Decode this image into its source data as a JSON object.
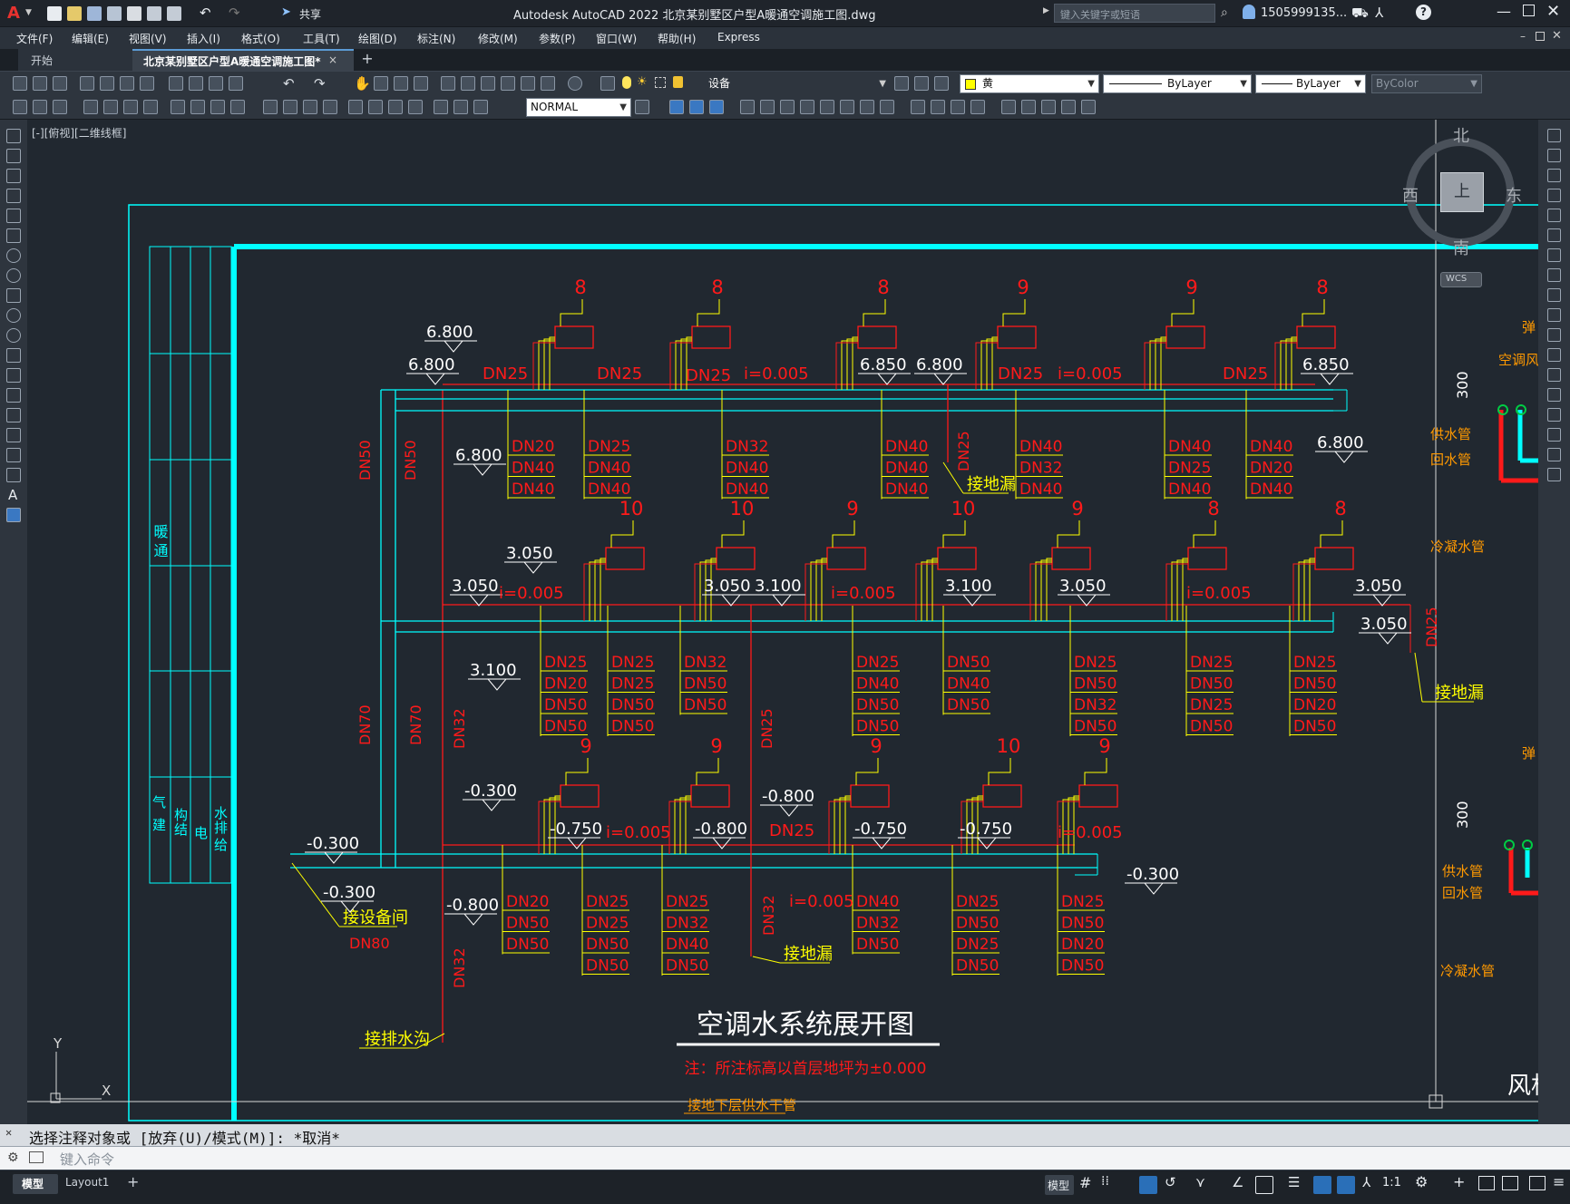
{
  "titlebar": {
    "app_letter": "A",
    "share_label": "共享",
    "title": "Autodesk AutoCAD 2022    北京某别墅区户型A暖通空调施工图.dwg",
    "search_placeholder": "键入关键字或短语",
    "user": "1505999135...",
    "help": "?"
  },
  "menu": [
    "文件(F)",
    "编辑(E)",
    "视图(V)",
    "插入(I)",
    "格式(O)",
    "工具(T)",
    "绘图(D)",
    "标注(N)",
    "修改(M)",
    "参数(P)",
    "窗口(W)",
    "帮助(H)",
    "Express"
  ],
  "tabs": {
    "start": "开始",
    "doc": "北京某别墅区户型A暖通空调施工图*",
    "close": "×",
    "add": "+"
  },
  "toolbar": {
    "layer": "设备",
    "color": "黄",
    "linetype": "ByLayer",
    "lineweight": "ByLayer",
    "plotstyle": "ByColor",
    "dimstyle": "NORMAL"
  },
  "viewport": {
    "label": "[-][俯视][二维线框]"
  },
  "viewcube": {
    "north": "北",
    "south": "南",
    "east": "东",
    "west": "西",
    "top": "上",
    "wcs": "WCS"
  },
  "ucs": {
    "x": "X",
    "y": "Y"
  },
  "drawing": {
    "title": "空调水系统展开图",
    "note": "注：所注标高以首层地坪为±0.000",
    "footer_label": "接地下层供水干管",
    "corner_text": "风机",
    "left_table_top": "暖  通",
    "left_table_bottom": [
      "建",
      "结",
      "电",
      "给",
      "气",
      "构",
      "排",
      "水"
    ],
    "row1": {
      "units": [
        "8",
        "8",
        "8",
        "9",
        "9",
        "8"
      ],
      "elevations": [
        "6.800",
        "6.800",
        "6.800",
        "6.850",
        "6.800",
        "6.850",
        "6.800"
      ],
      "pipes": [
        "DN25",
        "DN25",
        "DN25",
        "DN25",
        "DN25"
      ],
      "slopes": [
        "i=0.005",
        "i=0.005"
      ],
      "vertical": [
        "DN50",
        "DN50"
      ],
      "drain": "DN25",
      "drain_label": "接地漏",
      "stacks": [
        [
          "DN20",
          "DN40",
          "DN40"
        ],
        [
          "DN25",
          "DN40",
          "DN40"
        ],
        [
          "DN32",
          "DN40",
          "DN40"
        ],
        [
          "DN40",
          "DN40",
          "DN40"
        ],
        [
          "DN40",
          "DN32",
          "DN40"
        ],
        [
          "DN40",
          "DN25",
          "DN40"
        ],
        [
          "DN40",
          "DN20",
          "DN40"
        ]
      ]
    },
    "row2": {
      "units": [
        "10",
        "10",
        "9",
        "10",
        "9",
        "8",
        "8"
      ],
      "elevations": [
        "3.050",
        "3.050",
        "3.100",
        "3.050",
        "3.100",
        "3.100",
        "3.050",
        "3.050",
        "3.050"
      ],
      "slopes": [
        "i=0.005",
        "i=0.005",
        "i=0.005"
      ],
      "vertical": [
        "DN70",
        "DN70",
        "DN32",
        "DN25",
        "DN25"
      ],
      "drain_label": "接地漏",
      "stacks": [
        [
          "DN25",
          "DN20",
          "DN50",
          "DN50"
        ],
        [
          "DN25",
          "DN25",
          "DN50",
          "DN50"
        ],
        [
          "DN32",
          "DN50",
          "DN50"
        ],
        [
          "DN25",
          "DN40",
          "DN50",
          "DN50"
        ],
        [
          "DN50",
          "DN40",
          "DN50"
        ],
        [
          "DN25",
          "DN50",
          "DN32",
          "DN50"
        ],
        [
          "DN25",
          "DN50",
          "DN25",
          "DN50"
        ],
        [
          "DN25",
          "DN50",
          "DN20",
          "DN50"
        ]
      ]
    },
    "row3": {
      "units": [
        "9",
        "9",
        "9",
        "10",
        "9"
      ],
      "elevations": [
        "-0.300",
        "-0.300",
        "-0.300",
        "-0.750",
        "-0.800",
        "-0.800",
        "-0.750",
        "-0.750",
        "-0.300",
        "-0.800"
      ],
      "pipes": [
        "DN25",
        "DN80",
        "DN32",
        "DN32"
      ],
      "slopes": [
        "i=0.005",
        "i=0.005",
        "i=0.005"
      ],
      "labels": [
        "接设备间",
        "接地漏",
        "接排水沟"
      ],
      "stacks": [
        [
          "DN20",
          "DN50",
          "DN50"
        ],
        [
          "DN25",
          "DN25",
          "DN50",
          "DN50"
        ],
        [
          "DN25",
          "DN32",
          "DN40",
          "DN50"
        ],
        [
          "DN40",
          "DN32",
          "DN50"
        ],
        [
          "DN25",
          "DN50",
          "DN25",
          "DN50"
        ],
        [
          "DN25",
          "DN50",
          "DN20",
          "DN50"
        ]
      ]
    },
    "right_labels": [
      "供水管",
      "回水管",
      "冷凝水管",
      "供水管",
      "回水管",
      "冷凝水管",
      "空调风",
      "弹",
      "弹"
    ],
    "right_dims": [
      "300",
      "300"
    ]
  },
  "command": {
    "history": "选择注释对象或 [放弃(U)/模式(M)]: *取消*",
    "placeholder": "键入命令"
  },
  "status": {
    "model_tab": "模型",
    "layout_tab": "Layout1",
    "add": "+",
    "model_label": "模型",
    "scale": "1:1"
  },
  "colors": {
    "cyan": "#00ffff",
    "red": "#ff1a1a",
    "yellow": "#ffff00",
    "white": "#ffffff",
    "orange": "#ff9900",
    "green": "#00cc44"
  }
}
